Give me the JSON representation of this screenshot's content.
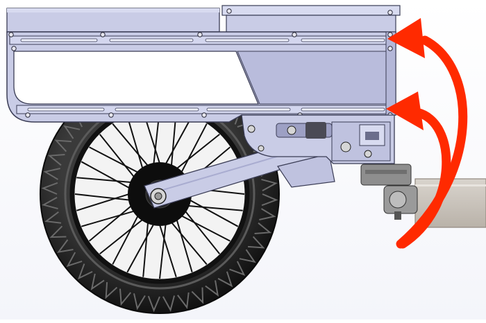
{
  "scene": {
    "subject": "trailer-chassis-side-view",
    "background_color": "#ffffff",
    "frame_fill": "#c9cce6",
    "frame_shade": "#aeb1d3",
    "frame_stroke": "#3a3c55",
    "tire_color": "#1f1f1f",
    "hub_color": "#0d0d0d",
    "spoke_count": 32,
    "tread_count": 44,
    "hitch_fill": "#c9c3bb",
    "arrow_color": "#ff2a00",
    "arrows": [
      {
        "label": "",
        "points_to": "upper-rail"
      },
      {
        "label": "",
        "points_to": "lower-rail"
      }
    ]
  }
}
